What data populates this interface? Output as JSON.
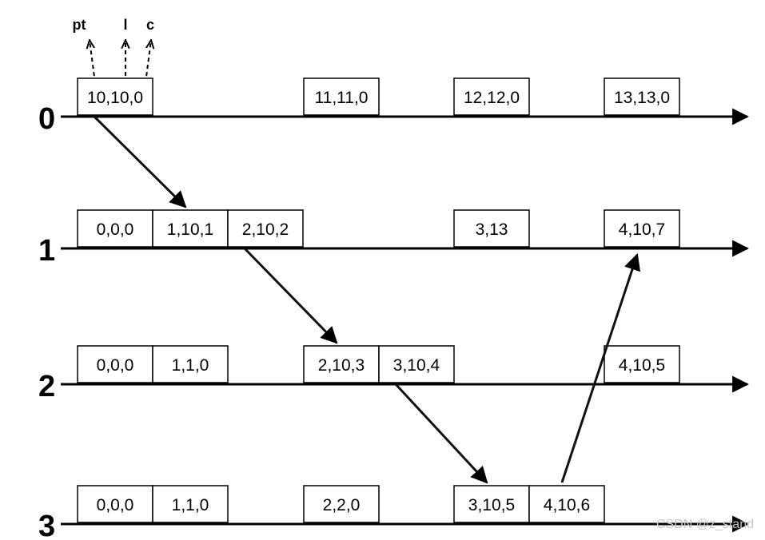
{
  "legend": {
    "labels": [
      "pt",
      "l",
      "c"
    ]
  },
  "rows": [
    {
      "label": "0",
      "cells": [
        {
          "text": "10,10,0",
          "slot": 0
        },
        {
          "text": "11,11,0",
          "slot": 3
        },
        {
          "text": "12,12,0",
          "slot": 5
        },
        {
          "text": "13,13,0",
          "slot": 7
        }
      ]
    },
    {
      "label": "1",
      "cells": [
        {
          "text": "0,0,0",
          "slot": 0
        },
        {
          "text": "1,10,1",
          "slot": 1
        },
        {
          "text": "2,10,2",
          "slot": 2
        },
        {
          "text": "3,13",
          "slot": 5
        },
        {
          "text": "4,10,7",
          "slot": 7
        }
      ]
    },
    {
      "label": "2",
      "cells": [
        {
          "text": "0,0,0",
          "slot": 0
        },
        {
          "text": "1,1,0",
          "slot": 1
        },
        {
          "text": "2,10,3",
          "slot": 3
        },
        {
          "text": "3,10,4",
          "slot": 4
        },
        {
          "text": "4,10,5",
          "slot": 7
        }
      ]
    },
    {
      "label": "3",
      "cells": [
        {
          "text": "0,0,0",
          "slot": 0
        },
        {
          "text": "1,1,0",
          "slot": 1
        },
        {
          "text": "2,2,0",
          "slot": 3
        },
        {
          "text": "3,10,5",
          "slot": 5
        },
        {
          "text": "4,10,6",
          "slot": 6
        }
      ]
    }
  ],
  "messages": [
    {
      "from": "0:10,10,0",
      "to": "1:1,10,1"
    },
    {
      "from": "1:2,10,2",
      "to": "2:2,10,3"
    },
    {
      "from": "2:3,10,4",
      "to": "3:3,10,5"
    },
    {
      "from": "3:4,10,6",
      "to": "1:4,10,7"
    }
  ],
  "watermark": "CSDN @z_stand"
}
